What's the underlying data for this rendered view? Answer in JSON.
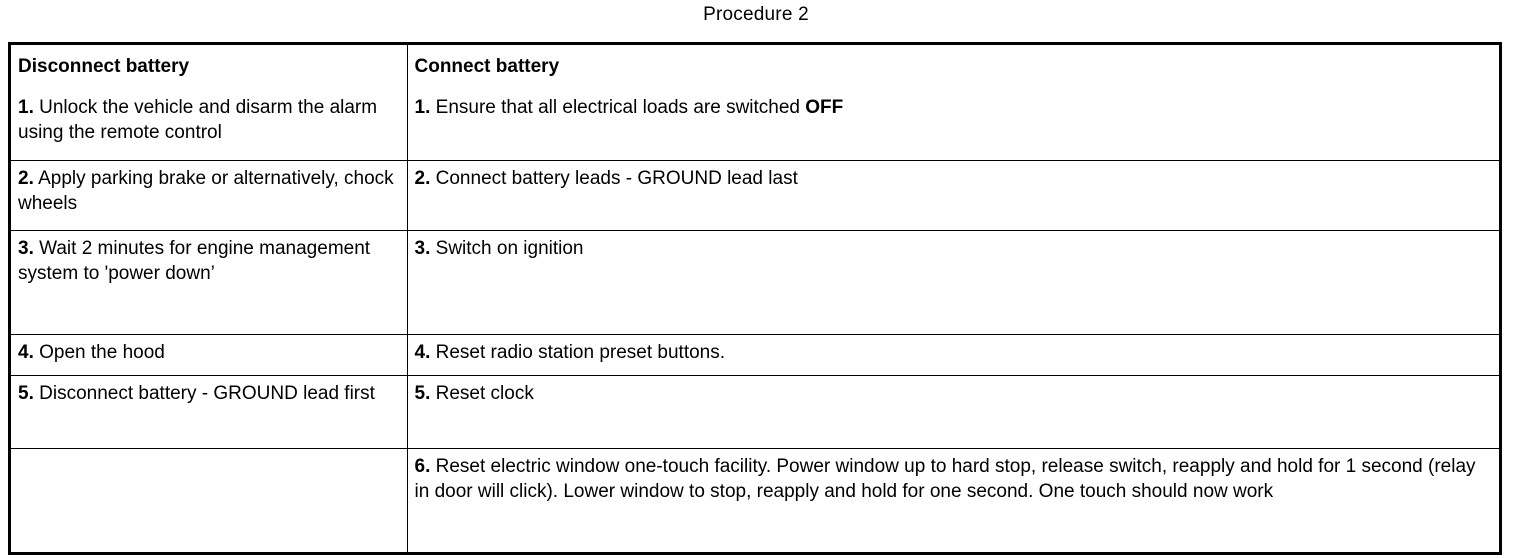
{
  "title": "Procedure 2",
  "table": {
    "headers": {
      "left": "Disconnect battery",
      "right": "Connect battery"
    },
    "rows": [
      {
        "left_num": "1.",
        "left_text": "Unlock the vehicle and disarm the alarm using the remote control",
        "right_num": "1.",
        "right_text_pre": "Ensure that all electrical loads are switched",
        "right_text_bold": "OFF",
        "right_text_post": ""
      },
      {
        "left_num": "2.",
        "left_text": "Apply parking brake or alternatively, chock wheels",
        "right_num": "2.",
        "right_text": "Connect battery leads - GROUND lead last"
      },
      {
        "left_num": "3.",
        "left_text": "Wait 2 minutes for engine management system to 'power down’",
        "right_num": "3.",
        "right_text": "Switch on ignition"
      },
      {
        "left_num": "4.",
        "left_text": "Open the hood",
        "right_num": "4.",
        "right_text": "Reset radio station preset buttons."
      },
      {
        "left_num": "5.",
        "left_text": "Disconnect battery - GROUND lead first",
        "right_num": "5.",
        "right_text": "Reset clock"
      },
      {
        "left_num": "",
        "left_text": "",
        "right_num": "6.",
        "right_text": "Reset electric window one-touch facility. Power window up to hard stop, release switch, reapply and hold for 1 second (relay in door will click). Lower window to stop, reapply and hold for one second. One touch should now work"
      }
    ]
  }
}
